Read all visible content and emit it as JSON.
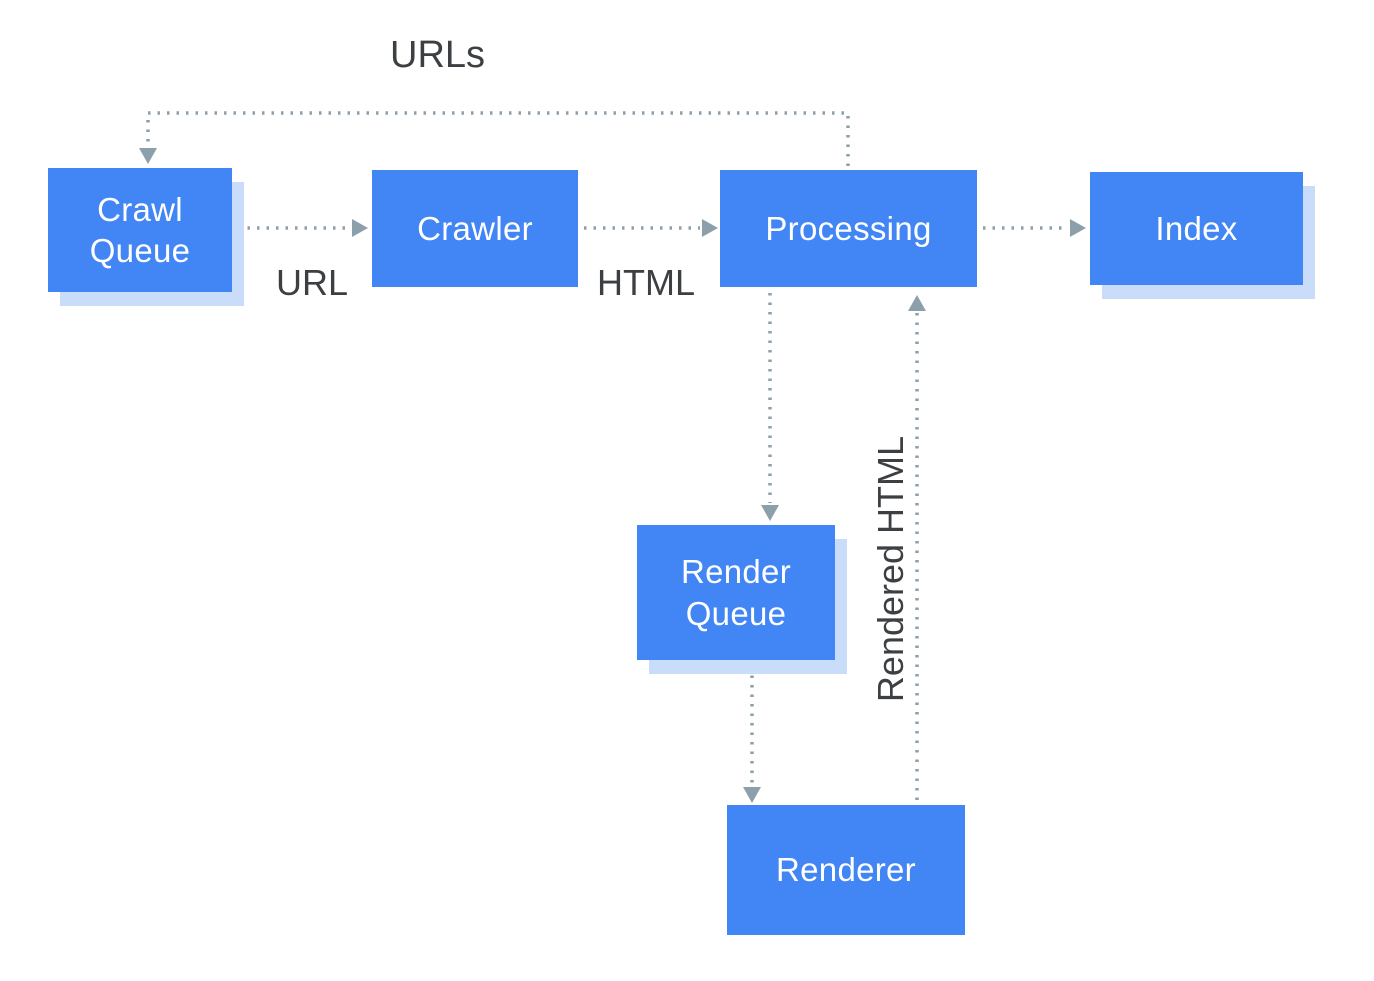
{
  "diagram": {
    "type": "flowchart",
    "nodes": [
      {
        "id": "crawl-queue",
        "label": "Crawl Queue"
      },
      {
        "id": "crawler",
        "label": "Crawler"
      },
      {
        "id": "processing",
        "label": "Processing"
      },
      {
        "id": "index",
        "label": "Index"
      },
      {
        "id": "render-queue",
        "label": "Render Queue"
      },
      {
        "id": "renderer",
        "label": "Renderer"
      }
    ],
    "edges": [
      {
        "from": "processing",
        "to": "crawl-queue",
        "label": "URLs",
        "style": "dotted"
      },
      {
        "from": "crawl-queue",
        "to": "crawler",
        "label": "URL",
        "style": "dotted"
      },
      {
        "from": "crawler",
        "to": "processing",
        "label": "HTML",
        "style": "dotted"
      },
      {
        "from": "processing",
        "to": "index",
        "label": "",
        "style": "dotted"
      },
      {
        "from": "processing",
        "to": "render-queue",
        "label": "",
        "style": "dotted"
      },
      {
        "from": "render-queue",
        "to": "renderer",
        "label": "",
        "style": "dotted"
      },
      {
        "from": "renderer",
        "to": "processing",
        "label": "Rendered HTML",
        "style": "dotted"
      }
    ],
    "colors": {
      "node_fill": "#4285f4",
      "node_text": "#ffffff",
      "node_shadow": "#c9dcfa",
      "arrow": "#8ca0ac",
      "label_text": "#3c4043",
      "background": "#ffffff"
    }
  }
}
